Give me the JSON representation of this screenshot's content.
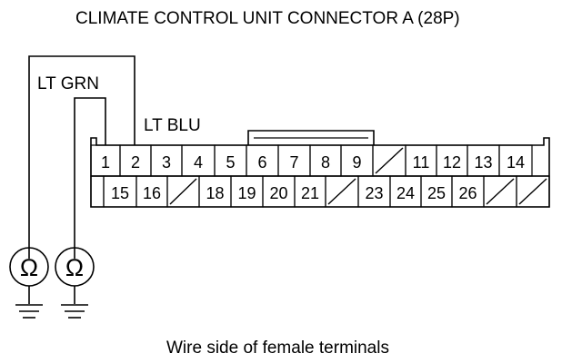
{
  "title": "CLIMATE CONTROL UNIT CONNECTOR A (28P)",
  "caption": "Wire side of female terminals",
  "wires": {
    "lt_grn": "LT GRN",
    "lt_blu": "LT BLU"
  },
  "meters": [
    "Ω",
    "Ω"
  ],
  "connector": {
    "top_row": [
      "1",
      "2",
      "3",
      "4",
      "5",
      "6",
      "7",
      "8",
      "9",
      "",
      "11",
      "12",
      "13",
      "14"
    ],
    "top_empty": [
      false,
      false,
      false,
      false,
      false,
      false,
      false,
      false,
      false,
      true,
      false,
      false,
      false,
      false
    ],
    "bottom_row": [
      "",
      "15",
      "16",
      "",
      "18",
      "19",
      "20",
      "21",
      "",
      "23",
      "24",
      "25",
      "26",
      "",
      ""
    ],
    "bottom_empty": [
      false,
      false,
      false,
      true,
      false,
      false,
      false,
      false,
      true,
      false,
      false,
      false,
      false,
      true,
      true
    ]
  }
}
